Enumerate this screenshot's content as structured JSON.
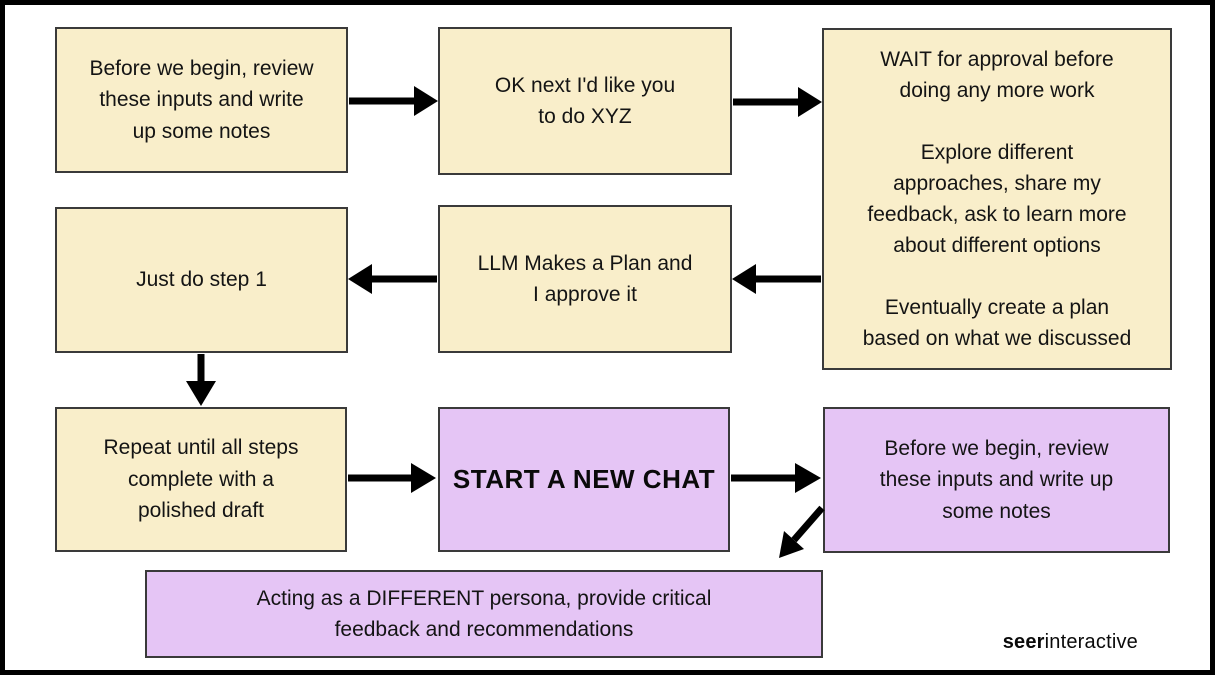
{
  "colors": {
    "cream_box_fill": "#f9eeca",
    "purple_box_fill": "#e5c5f5",
    "box_border": "#3a3a3a",
    "arrow": "#000000",
    "frame": "#000000",
    "text": "#141414"
  },
  "boxes": [
    {
      "id": "review-inputs",
      "variant": "cream",
      "text": "Before we begin, review\nthese inputs and write\nup some notes"
    },
    {
      "id": "ok-next-xyz",
      "variant": "cream",
      "text": "OK next I'd like you\nto do XYZ"
    },
    {
      "id": "wait-approval",
      "variant": "cream",
      "text": "WAIT for approval before\ndoing any more work\n\nExplore different\napproaches, share my\nfeedback, ask to learn more\nabout different options\n\nEventually create a plan\nbased on what we discussed"
    },
    {
      "id": "just-do-step-1",
      "variant": "cream",
      "text": "Just do step 1"
    },
    {
      "id": "llm-makes-plan",
      "variant": "cream",
      "text": "LLM Makes a Plan and\nI approve it"
    },
    {
      "id": "repeat-until-done",
      "variant": "cream",
      "text": "Repeat until all steps\ncomplete with a\npolished draft"
    },
    {
      "id": "start-new-chat",
      "variant": "purple",
      "text": "START A NEW CHAT"
    },
    {
      "id": "review-inputs-2",
      "variant": "purple",
      "text": "Before we begin, review\nthese inputs and write up\nsome notes"
    },
    {
      "id": "different-persona",
      "variant": "purple",
      "text": "Acting as a DIFFERENT persona, provide critical\nfeedback and recommendations"
    }
  ],
  "logo": {
    "bold": "seer",
    "regular": "interactive"
  }
}
